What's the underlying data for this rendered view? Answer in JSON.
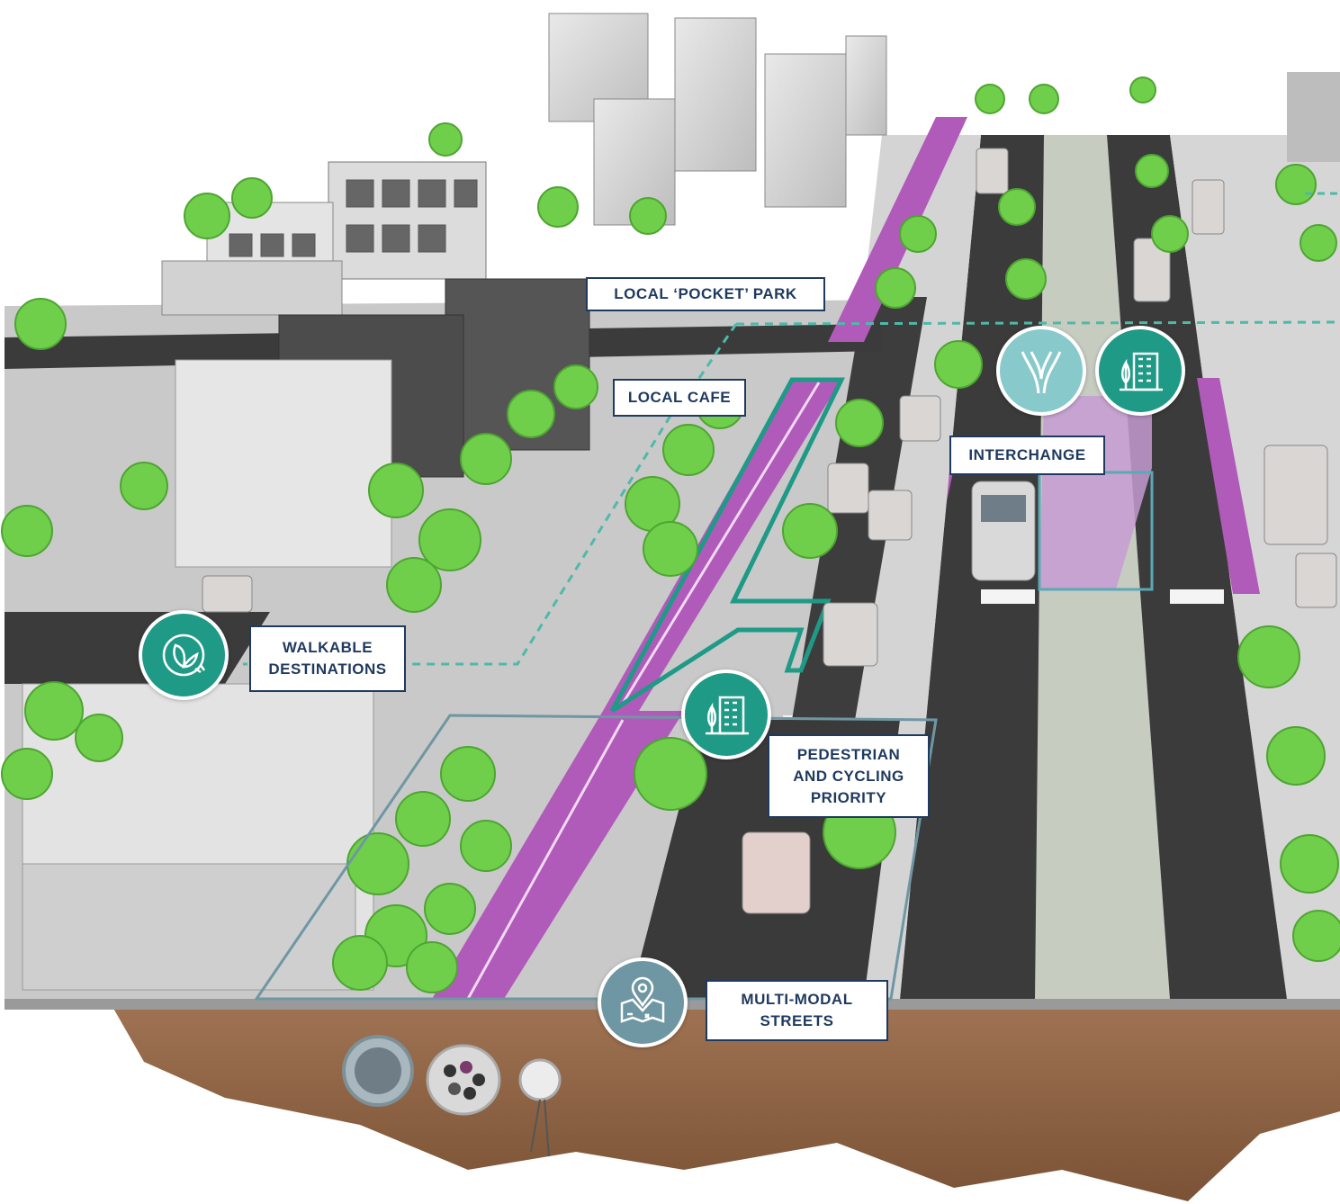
{
  "labels": {
    "pocket_park": "LOCAL ‘POCKET’ PARK",
    "local_cafe": "LOCAL CAFE",
    "interchange": "INTERCHANGE",
    "walkable": "WALKABLE\nDESTINATIONS",
    "ped_cycling": "PEDESTRIAN\nAND CYCLING\nPRIORITY",
    "multimodal": "MULTI-MODAL\nSTREETS"
  },
  "icons": {
    "interchange_roads": "road-merge-icon",
    "interchange_buildings": "city-buildings-icon",
    "walkable": "leaf-plug-icon",
    "ped_cycling": "city-buildings-icon",
    "multimodal": "map-pin-icon"
  },
  "colors": {
    "navy": "#1f3a5f",
    "teal_dark": "#1e9a86",
    "teal_light": "#88c9cc",
    "slate": "#6f97a3",
    "cycle_lane": "#b05ab9",
    "tree": "#6fcf4a",
    "road": "#3a3a3a"
  }
}
